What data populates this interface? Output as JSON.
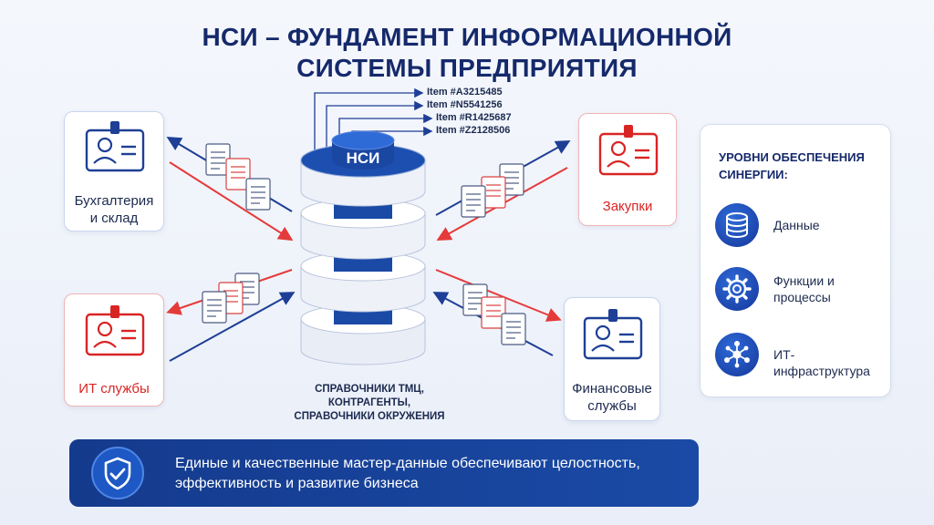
{
  "title": {
    "line1": "НСИ – ФУНДАМЕНТ ИНФОРМАЦИОННОЙ",
    "line2": "СИСТЕМЫ ПРЕДПРИЯТИЯ"
  },
  "database": {
    "label": "НСИ",
    "items": [
      "Item #A3215485",
      "Item #N5541256",
      "Item #R1425687",
      "Item #Z2128506"
    ],
    "caption": [
      "СПРАВОЧНИКИ ТМЦ,",
      "КОНТРАГЕНТЫ,",
      "СПРАВОЧНИКИ ОКРУЖЕНИЯ"
    ]
  },
  "departments": {
    "accounting": {
      "line1": "Бухгалтерия",
      "line2": "и склад"
    },
    "it": {
      "line1": "ИТ службы"
    },
    "purchasing": {
      "line1": "Закупки"
    },
    "finance": {
      "line1": "Финансовые",
      "line2": "службы"
    }
  },
  "panel": {
    "title_line1": "УРОВНИ ОБЕСПЕЧЕНИЯ",
    "title_line2": "СИНЕРГИИ:",
    "levels": [
      {
        "label_line1": "Данные",
        "icon": "database-icon"
      },
      {
        "label_line1": "Функции и",
        "label_line2": "процессы",
        "icon": "gear-icon"
      },
      {
        "label_line1": "ИТ-инфраструктура",
        "icon": "network-icon"
      }
    ]
  },
  "banner": {
    "line1": "Единые и качественные мастер-данные обеспечивают целостность,",
    "line2": "эффективность и развитие бизнеса",
    "icon": "shield-check-icon"
  },
  "colors": {
    "navy": "#15296b",
    "blue": "#1a4aa6",
    "red": "#d92424",
    "arrow_blue": "#1e3f95",
    "arrow_red": "#e53a3a"
  }
}
